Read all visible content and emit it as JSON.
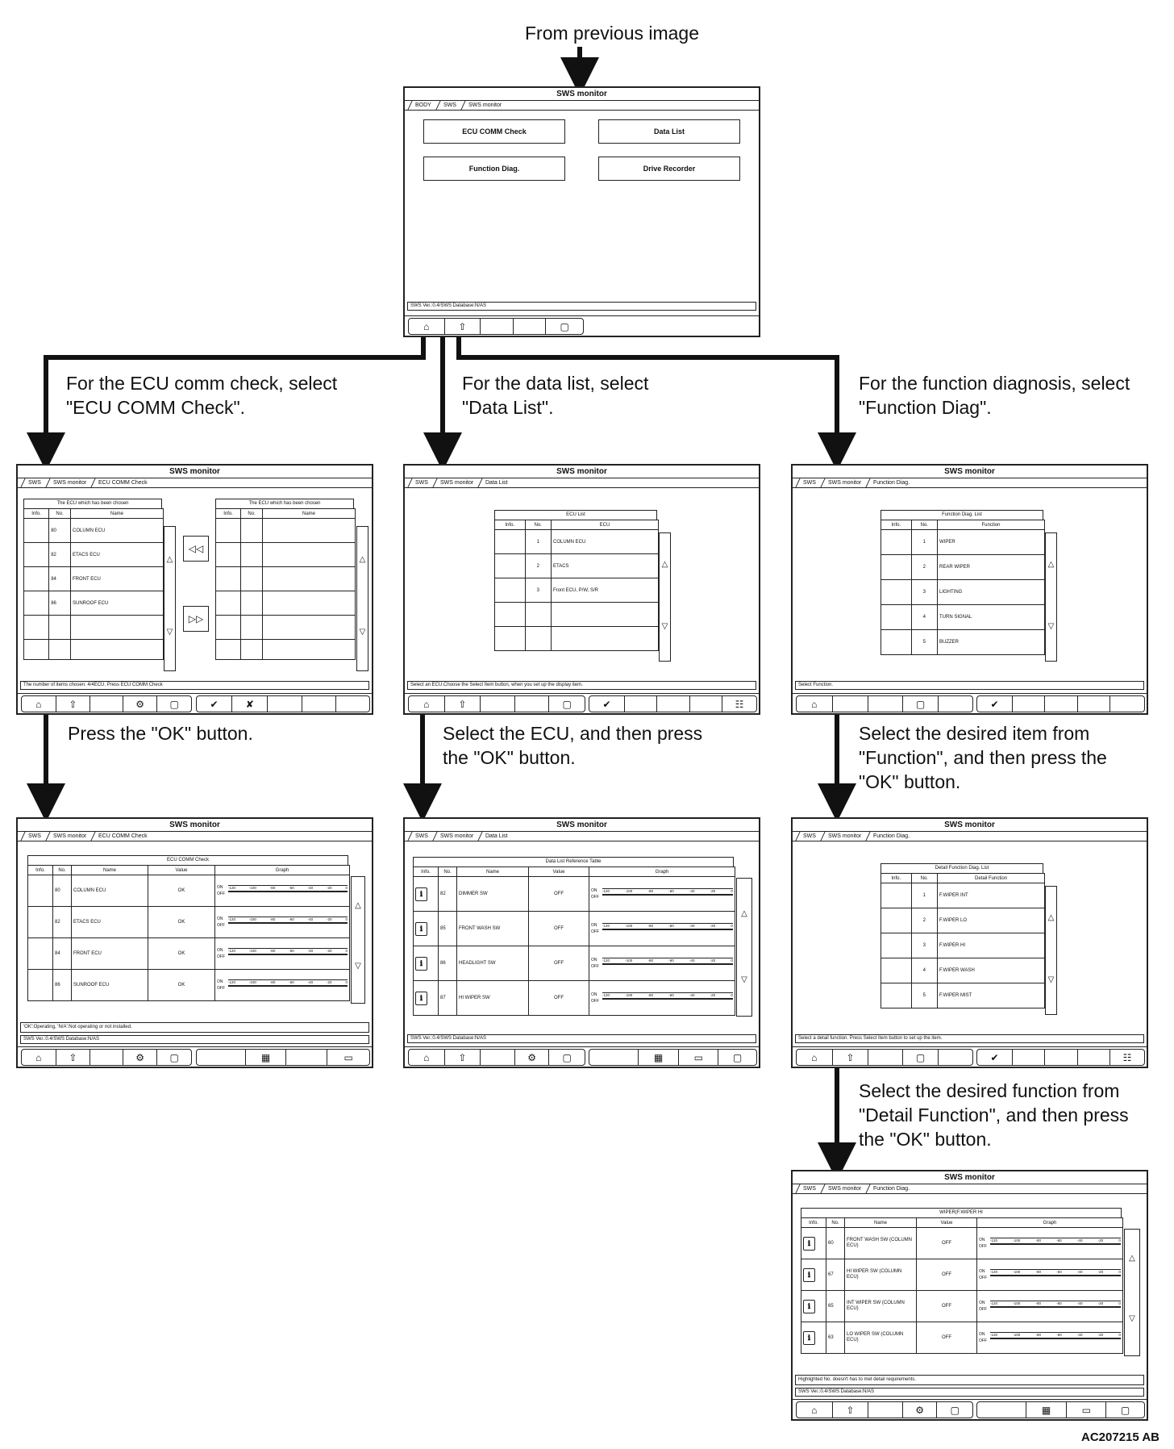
{
  "notes": {
    "from_previous": "From previous image",
    "ecu_comm": [
      "For the ECU comm check, select",
      "\"ECU COMM Check\"."
    ],
    "data_list": [
      "For the data list, select",
      "\"Data List\"."
    ],
    "function_diag": [
      "For the function diagnosis, select",
      "\"Function Diag\"."
    ],
    "press_ok": "Press the \"OK\" button.",
    "select_ecu": [
      "Select the ECU, and then press",
      "the \"OK\" button."
    ],
    "select_item": [
      "Select the desired item from",
      "\"Function\", and then press the",
      "\"OK\" button."
    ],
    "select_function": [
      "Select the desired function from",
      "\"Detail Function\", and then press",
      "the \"OK\" button."
    ]
  },
  "figure_code": "AC207215 AB",
  "screen_title": "SWS monitor",
  "top": {
    "breadcrumb": [
      "BODY",
      "SWS",
      "SWS monitor"
    ],
    "buttons": [
      "ECU COMM Check",
      "Data List",
      "Function Diag.",
      "Drive Recorder"
    ],
    "status": "SWS Ver.:0.4/SWS Database:N/AS"
  },
  "ecu_check": {
    "breadcrumb": [
      "SWS",
      "SWS monitor",
      "ECU COMM Check"
    ],
    "left_caption": "The ECU which has been chosen",
    "right_caption": "The ECU which has been chosen",
    "cols": [
      "Info.",
      "No.",
      "Name"
    ],
    "rows": [
      [
        "",
        "80",
        "COLUMN ECU"
      ],
      [
        "",
        "82",
        "ETACS ECU"
      ],
      [
        "",
        "84",
        "FRONT ECU"
      ],
      [
        "",
        "86",
        "SUNROOF ECU"
      ]
    ],
    "status": "The number of items chosen: 4/4ECU. Press ECU COMM Check"
  },
  "data_list": {
    "breadcrumb": [
      "SWS",
      "SWS monitor",
      "Data List"
    ],
    "caption": "ECU List",
    "cols": [
      "Info.",
      "No.",
      "ECU"
    ],
    "rows": [
      [
        "",
        "1",
        "COLUMN ECU"
      ],
      [
        "",
        "2",
        "ETACS"
      ],
      [
        "",
        "3",
        "Front ECU, P/W, S/R"
      ]
    ],
    "status": "Select an ECU.Choose the Select Item button, when you set up the display item."
  },
  "func_diag": {
    "breadcrumb": [
      "SWS",
      "SWS monitor",
      "Function Diag."
    ],
    "caption": "Function Diag. List",
    "cols": [
      "Info.",
      "No.",
      "Function"
    ],
    "rows": [
      [
        "",
        "1",
        "WIPER"
      ],
      [
        "",
        "2",
        "REAR WIPER"
      ],
      [
        "",
        "3",
        "LIGHTING"
      ],
      [
        "",
        "4",
        "TURN SIGNAL"
      ],
      [
        "",
        "5",
        "BUZZER"
      ]
    ],
    "status": "Select Function."
  },
  "ecu_result": {
    "breadcrumb": [
      "SWS",
      "SWS monitor",
      "ECU COMM Check"
    ],
    "caption": "ECU COMM Check",
    "cols": [
      "Info.",
      "No.",
      "Name",
      "Value",
      "Graph"
    ],
    "rows": [
      [
        "",
        "80",
        "COLUMN ECU",
        "OK"
      ],
      [
        "",
        "82",
        "ETACS ECU",
        "OK"
      ],
      [
        "",
        "84",
        "FRONT ECU",
        "OK"
      ],
      [
        "",
        "86",
        "SUNROOF ECU",
        "OK"
      ]
    ],
    "note": "'OK':Operating, 'N/A':Not operating or not installed.",
    "status": "SWS Ver.:0.4/SWS Database:N/AS"
  },
  "data_ref": {
    "breadcrumb": [
      "SWS",
      "SWS monitor",
      "Data List"
    ],
    "caption": "Data List Reference Table",
    "cols": [
      "Info.",
      "No.",
      "Name",
      "Value",
      "Graph"
    ],
    "rows": [
      [
        "",
        "82",
        "DIMMER SW",
        "OFF"
      ],
      [
        "",
        "85",
        "FRONT WASH SW",
        "OFF"
      ],
      [
        "",
        "86",
        "HEADLIGHT SW",
        "OFF"
      ],
      [
        "",
        "87",
        "HI WIPER SW",
        "OFF"
      ]
    ],
    "status": "SWS Ver.:0.4/SWS Database:N/AS"
  },
  "detail_diag": {
    "breadcrumb": [
      "SWS",
      "SWS monitor",
      "Function Diag."
    ],
    "caption": "Detail Function Diag. List",
    "cols": [
      "Info.",
      "No.",
      "Detail Function"
    ],
    "rows": [
      [
        "",
        "1",
        "F.WIPER INT"
      ],
      [
        "",
        "2",
        "F.WIPER LO"
      ],
      [
        "",
        "3",
        "F.WIPER HI"
      ],
      [
        "",
        "4",
        "F.WIPER WASH"
      ],
      [
        "",
        "5",
        "F.WIPER MIST"
      ]
    ],
    "status": "Select a detail function. Press Select Item button to set up the item."
  },
  "wiper_hi": {
    "breadcrumb": [
      "SWS",
      "SWS monitor",
      "Function Diag."
    ],
    "caption": "WIPER(F.WIPER HI",
    "cols": [
      "Info.",
      "No.",
      "Name",
      "Value",
      "Graph"
    ],
    "rows": [
      [
        "",
        "60",
        "FRONT WASH SW (COLUMN ECU)",
        "OFF"
      ],
      [
        "",
        "67",
        "HI WIPER SW (COLUMN ECU)",
        "OFF"
      ],
      [
        "",
        "65",
        "INT WIPER SW (COLUMN ECU)",
        "OFF"
      ],
      [
        "",
        "63",
        "LO WIPER SW (COLUMN ECU)",
        "OFF"
      ]
    ],
    "note": "Highlighted No. doesn't has to met detail requirements.",
    "status": "SWS Ver.:0.4/SWS Database:N/AS"
  },
  "graph": {
    "on": "ON",
    "off": "OFF",
    "axis": [
      "-120",
      "-100",
      "-80",
      "-60",
      "-40",
      "-20",
      "0"
    ]
  },
  "icons": {
    "home": "home-icon",
    "back": "back-icon",
    "tool": "tool-icon",
    "page": "page-icon",
    "ok": "check-icon",
    "cancel": "cancel-icon",
    "table": "table-icon",
    "screen": "monitor-icon",
    "info": "info-icon",
    "up": "scroll-up-icon",
    "down": "scroll-down-icon"
  }
}
